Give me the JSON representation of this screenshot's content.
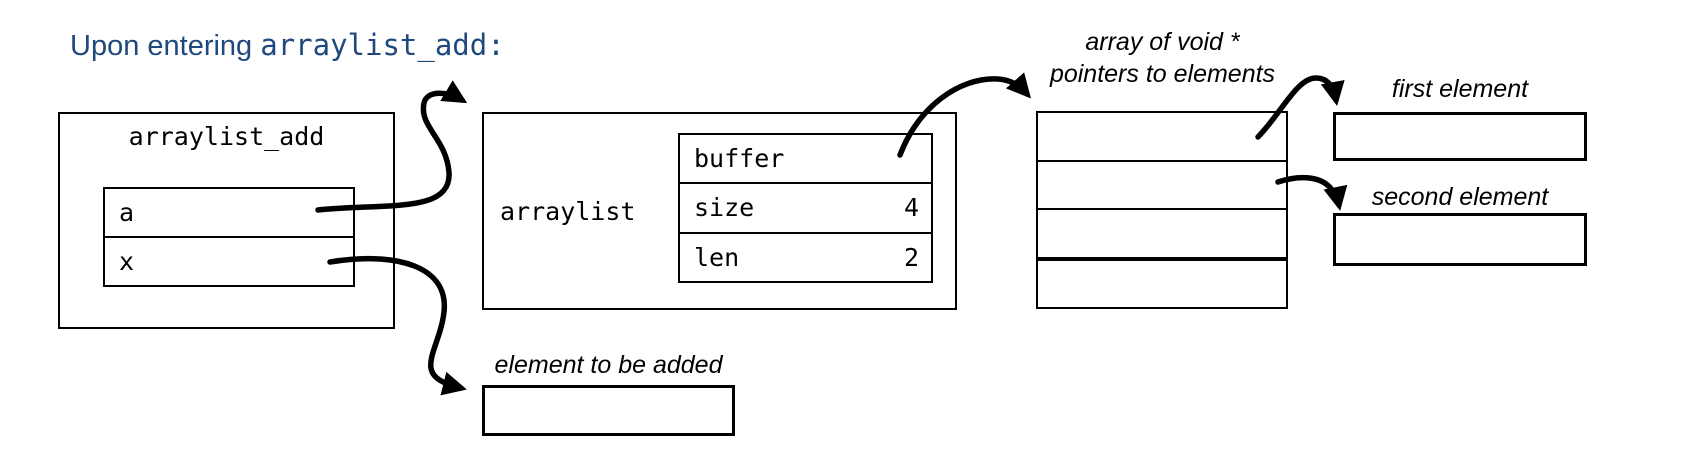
{
  "title": {
    "prefix": "Upon entering ",
    "code": "arraylist_add:"
  },
  "stack_frame": {
    "label": "arraylist_add",
    "vars": [
      {
        "name": "a"
      },
      {
        "name": "x"
      }
    ]
  },
  "struct": {
    "label": "arraylist",
    "fields": [
      {
        "name": "buffer",
        "value": ""
      },
      {
        "name": "size",
        "value": "4"
      },
      {
        "name": "len",
        "value": "2"
      }
    ]
  },
  "pointer_array": {
    "caption_line1": "array of void *",
    "caption_line2": "pointers to elements",
    "cell_count": 4
  },
  "first_element": {
    "caption": "first element"
  },
  "second_element": {
    "caption": "second element"
  },
  "element_to_add": {
    "caption": "element to be added"
  },
  "colors": {
    "ink": "#000000",
    "title_blue": "#1f497d",
    "background": "#ffffff"
  }
}
